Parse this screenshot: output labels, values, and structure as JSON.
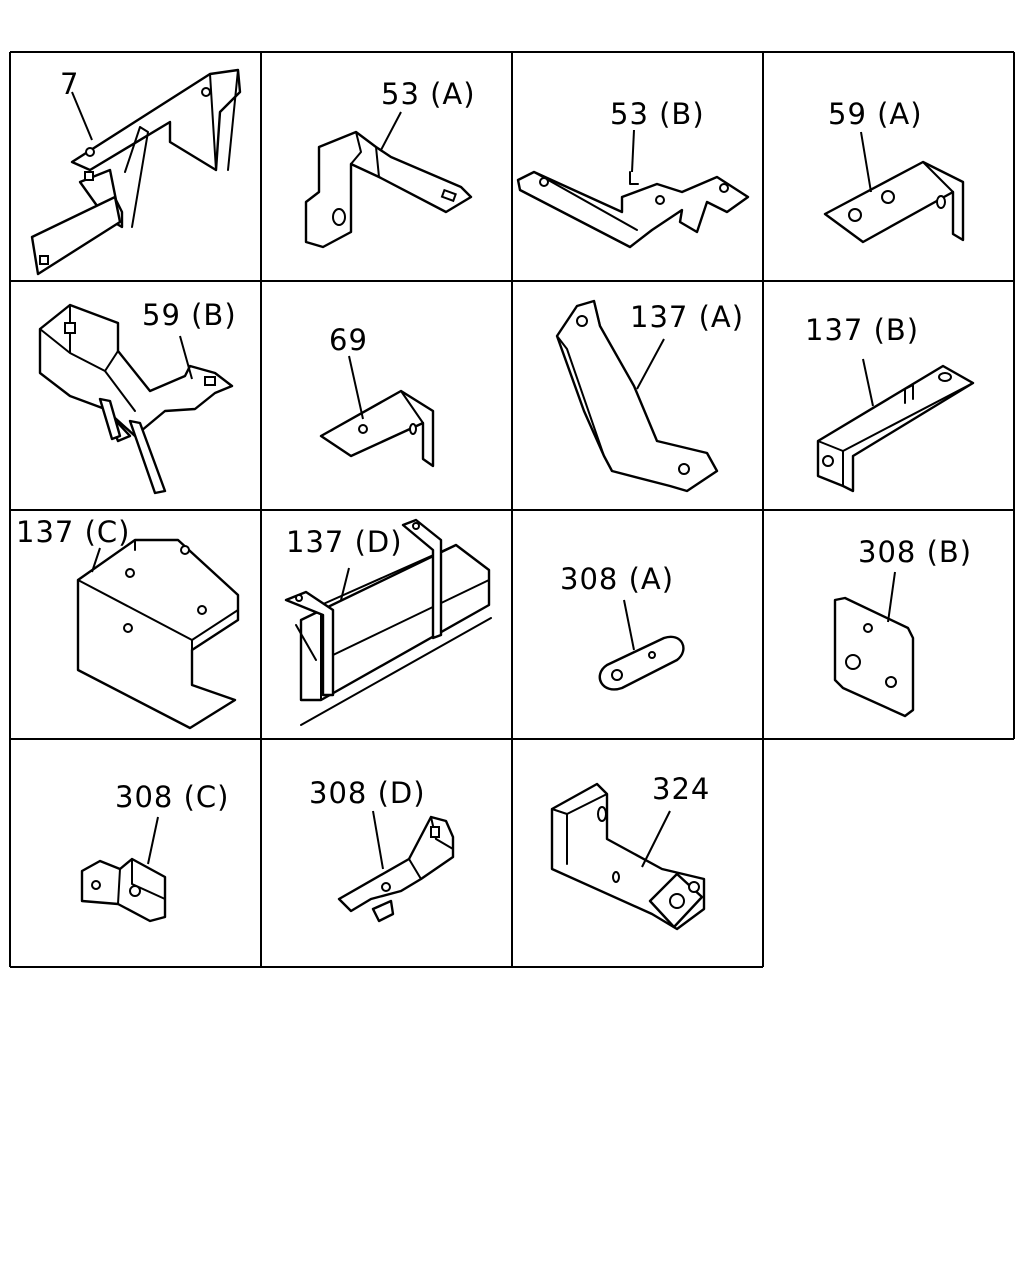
{
  "parts": [
    {
      "label": "7"
    },
    {
      "label": "53 (A)"
    },
    {
      "label": "53 (B)"
    },
    {
      "label": "59 (A)"
    },
    {
      "label": "59 (B)"
    },
    {
      "label": "69"
    },
    {
      "label": "137 (A)"
    },
    {
      "label": "137 (B)"
    },
    {
      "label": "137 (C)"
    },
    {
      "label": "137 (D)"
    },
    {
      "label": "308 (A)"
    },
    {
      "label": "308 (B)"
    },
    {
      "label": "308 (C)"
    },
    {
      "label": "308 (D)"
    },
    {
      "label": "324"
    }
  ]
}
